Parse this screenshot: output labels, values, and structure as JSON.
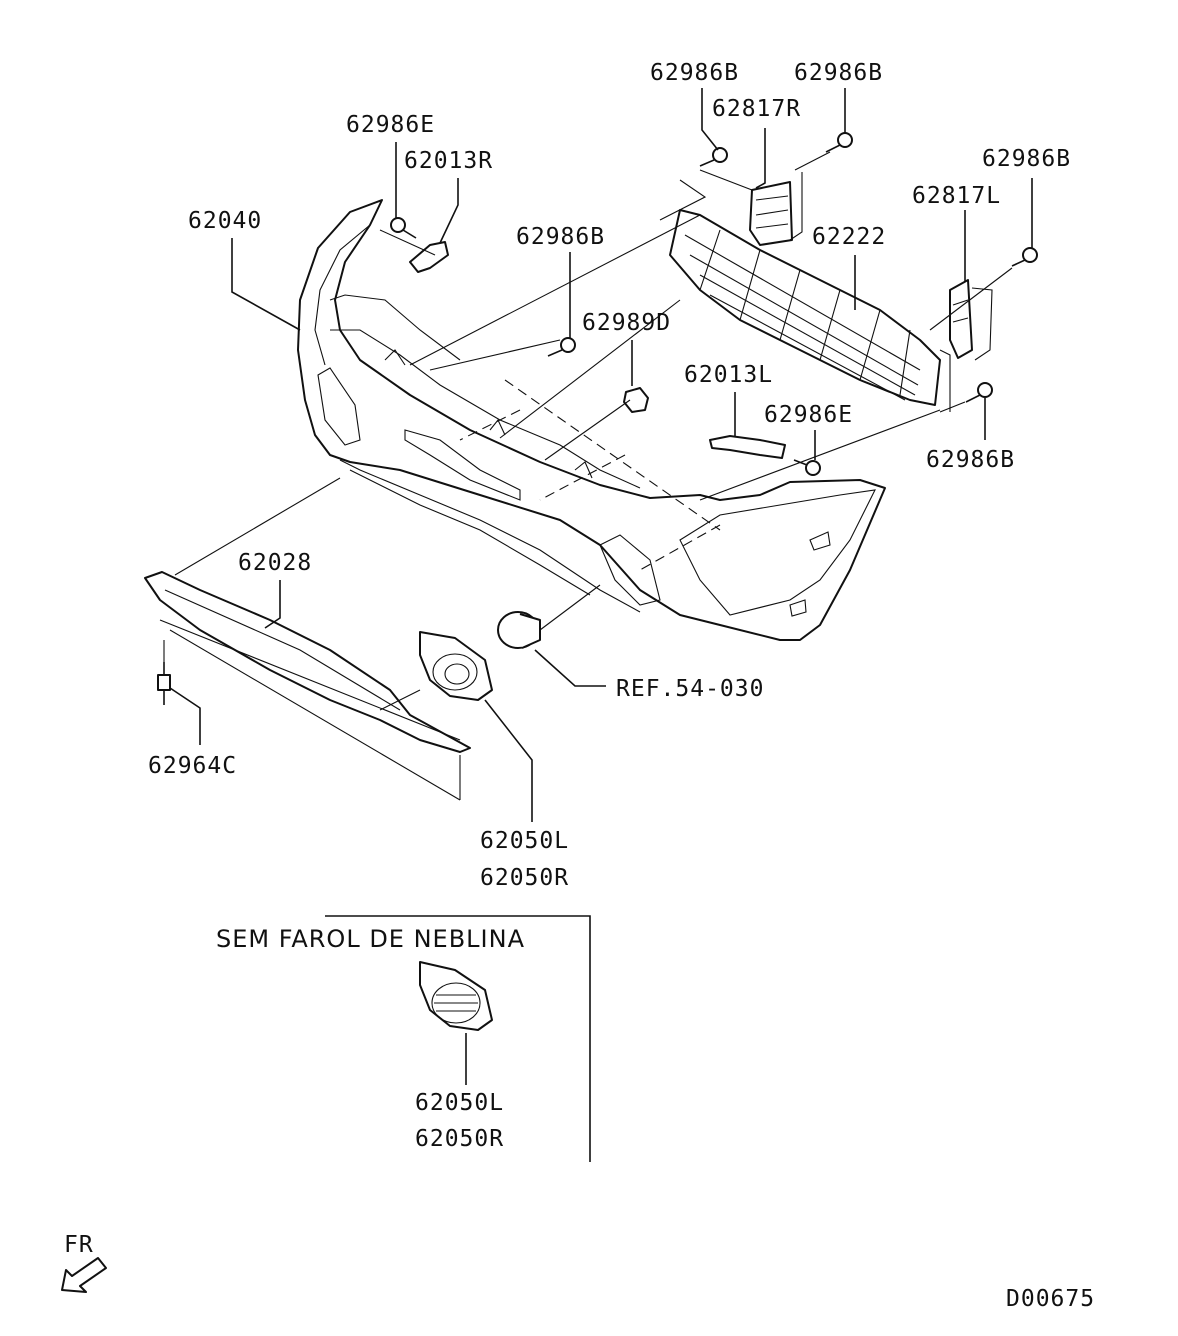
{
  "labels": {
    "p62986B_1": "62986B",
    "p62986B_2": "62986B",
    "p62986B_3": "62986B",
    "p62986B_4": "62986B",
    "p62986B_5": "62986B",
    "p62817R": "62817R",
    "p62817L": "62817L",
    "p62986E_1": "62986E",
    "p62986E_2": "62986E",
    "p62013R": "62013R",
    "p62013L": "62013L",
    "p62040": "62040",
    "p62222": "62222",
    "p62989D": "62989D",
    "p62028": "62028",
    "p62964C": "62964C",
    "p62050L_1": "62050L",
    "p62050R_1": "62050R",
    "p62050L_2": "62050L",
    "p62050R_2": "62050R",
    "ref": "REF.54-030"
  },
  "inset": {
    "title": "SEM FAROL DE NEBLINA"
  },
  "footer": {
    "direction": "FR",
    "code": "D00675"
  }
}
